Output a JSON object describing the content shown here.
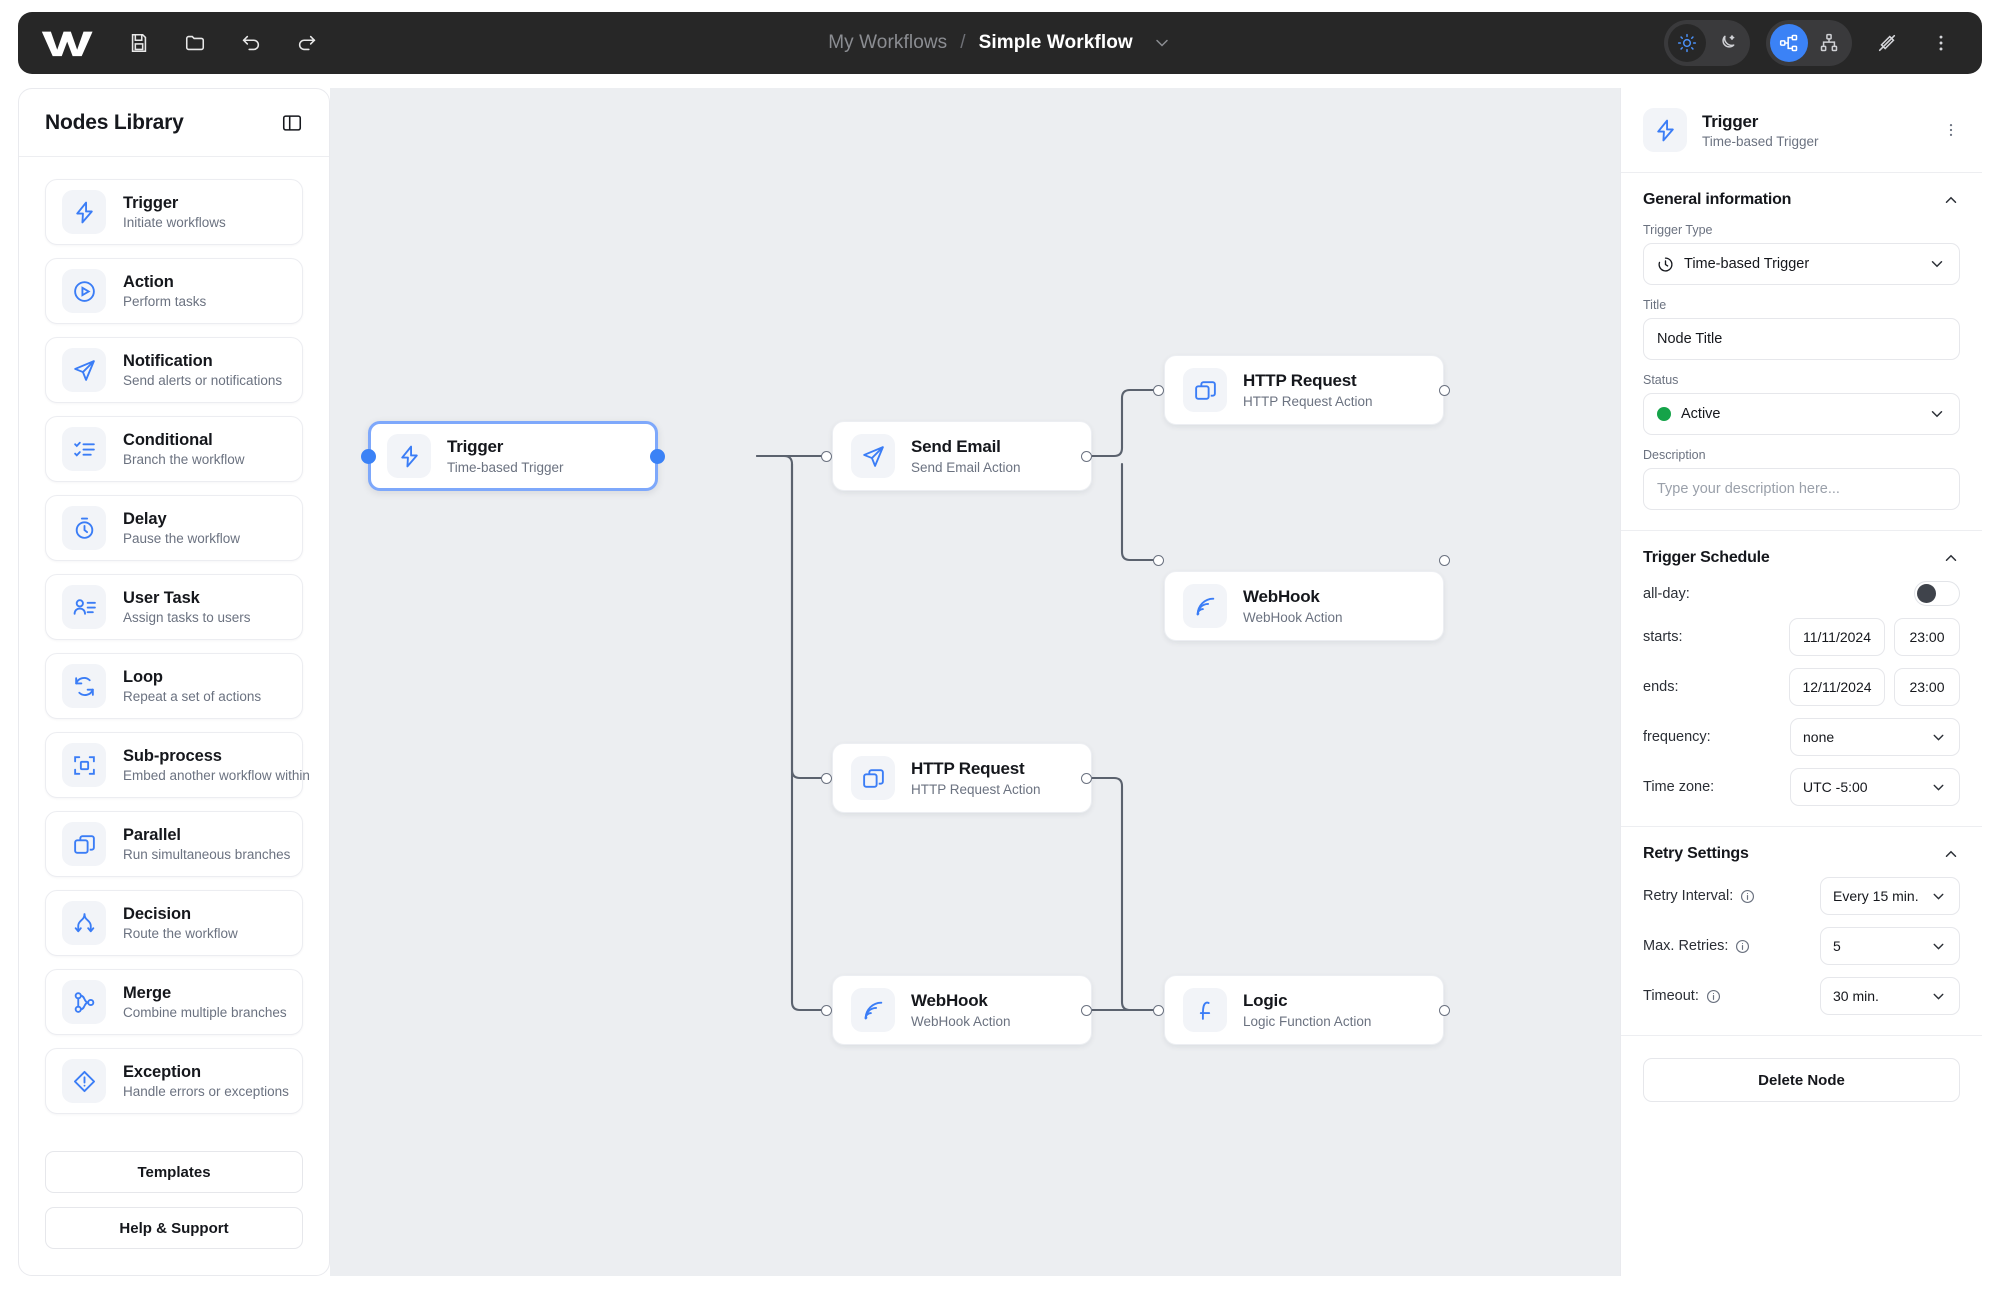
{
  "topbar": {
    "logo_name": "workflow-logo",
    "tools": [
      {
        "name": "save-icon",
        "label": "Save"
      },
      {
        "name": "open-folder-icon",
        "label": "Open"
      },
      {
        "name": "undo-icon",
        "label": "Undo"
      },
      {
        "name": "redo-icon",
        "label": "Redo"
      }
    ],
    "breadcrumb": {
      "parent": "My Workflows",
      "separator": "/",
      "current": "Simple Workflow"
    },
    "right_controls": {
      "theme": {
        "light": "sun-icon",
        "dark": "moon-icon",
        "active": "light"
      },
      "layout": {
        "horizontal": "layout-horizontal-icon",
        "vertical": "layout-vertical-icon",
        "active": "horizontal"
      },
      "magic": "magic-wand-off-icon",
      "more": "kebab-menu-icon"
    },
    "accent_color": "#3b82f6",
    "bar_color": "#272727"
  },
  "sidebar": {
    "title": "Nodes Library",
    "collapse_icon": "panel-collapse-icon",
    "items": [
      {
        "name": "Trigger",
        "desc": "Initiate workflows",
        "icon": "lightning-bolt-icon"
      },
      {
        "name": "Action",
        "desc": "Perform tasks",
        "icon": "play-circle-icon"
      },
      {
        "name": "Notification",
        "desc": "Send alerts or notifications",
        "icon": "paper-plane-icon"
      },
      {
        "name": "Conditional",
        "desc": "Branch the workflow",
        "icon": "checklist-icon"
      },
      {
        "name": "Delay",
        "desc": "Pause the workflow",
        "icon": "stopwatch-icon"
      },
      {
        "name": "User Task",
        "desc": "Assign tasks to users",
        "icon": "user-list-icon"
      },
      {
        "name": "Loop",
        "desc": "Repeat a set of actions",
        "icon": "loop-arrows-icon"
      },
      {
        "name": "Sub-process",
        "desc": "Embed another workflow within",
        "icon": "subprocess-frame-icon"
      },
      {
        "name": "Parallel",
        "desc": "Run simultaneous branches",
        "icon": "stacked-squares-icon"
      },
      {
        "name": "Decision",
        "desc": "Route the workflow",
        "icon": "split-arrows-icon"
      },
      {
        "name": "Merge",
        "desc": "Combine multiple branches",
        "icon": "merge-branch-icon"
      },
      {
        "name": "Exception",
        "desc": "Handle errors or exceptions",
        "icon": "diamond-alert-icon"
      }
    ],
    "buttons": {
      "templates": "Templates",
      "help": "Help & Support"
    }
  },
  "canvas": {
    "background": "#eceef1",
    "nodes": [
      {
        "id": "trigger",
        "name": "Trigger",
        "sub": "Time-based Trigger",
        "icon": "lightning-bolt-icon",
        "selected": true
      },
      {
        "id": "email",
        "name": "Send Email",
        "sub": "Send Email Action",
        "icon": "paper-plane-icon",
        "selected": false
      },
      {
        "id": "http1",
        "name": "HTTP Request",
        "sub": "HTTP Request Action",
        "icon": "stacked-squares-icon",
        "selected": false
      },
      {
        "id": "hook1",
        "name": "WebHook",
        "sub": "WebHook Action",
        "icon": "signal-wave-icon",
        "selected": false
      },
      {
        "id": "http2",
        "name": "HTTP Request",
        "sub": "HTTP Request Action",
        "icon": "stacked-squares-icon",
        "selected": false
      },
      {
        "id": "hook2",
        "name": "WebHook",
        "sub": "WebHook Action",
        "icon": "signal-wave-icon",
        "selected": false
      },
      {
        "id": "logic",
        "name": "Logic",
        "sub": "Logic Function Action",
        "icon": "function-f-icon",
        "selected": false
      }
    ],
    "edges": [
      {
        "from": "trigger",
        "to": "email"
      },
      {
        "from": "trigger",
        "to": "http2"
      },
      {
        "from": "trigger",
        "to": "hook2"
      },
      {
        "from": "email",
        "to": "http1"
      },
      {
        "from": "email",
        "to": "hook1"
      },
      {
        "from": "http2",
        "to": "logic"
      },
      {
        "from": "hook2",
        "to": "logic"
      }
    ]
  },
  "panel": {
    "header": {
      "title": "Trigger",
      "subtitle": "Time-based Trigger",
      "icon": "lightning-bolt-icon",
      "menu_icon": "kebab-menu-icon"
    },
    "general": {
      "title": "General information",
      "trigger_type_label": "Trigger Type",
      "trigger_type_value": "Time-based Trigger",
      "trigger_type_icon": "clock-icon",
      "title_label": "Title",
      "title_value": "Node Title",
      "status_label": "Status",
      "status_value": "Active",
      "status_color": "#15a349",
      "description_label": "Description",
      "description_placeholder": "Type your description here..."
    },
    "schedule": {
      "title": "Trigger Schedule",
      "allday_label": "all-day:",
      "allday_on": false,
      "starts_label": "starts:",
      "starts_date": "11/11/2024",
      "starts_time": "23:00",
      "ends_label": "ends:",
      "ends_date": "12/11/2024",
      "ends_time": "23:00",
      "frequency_label": "frequency:",
      "frequency_value": "none",
      "timezone_label": "Time zone:",
      "timezone_value": "UTC -5:00"
    },
    "retry": {
      "title": "Retry Settings",
      "interval_label": "Retry Interval:",
      "interval_value": "Every 15 min.",
      "max_label": "Max. Retries:",
      "max_value": "5",
      "timeout_label": "Timeout:",
      "timeout_value": "30 min."
    },
    "delete_label": "Delete Node"
  }
}
